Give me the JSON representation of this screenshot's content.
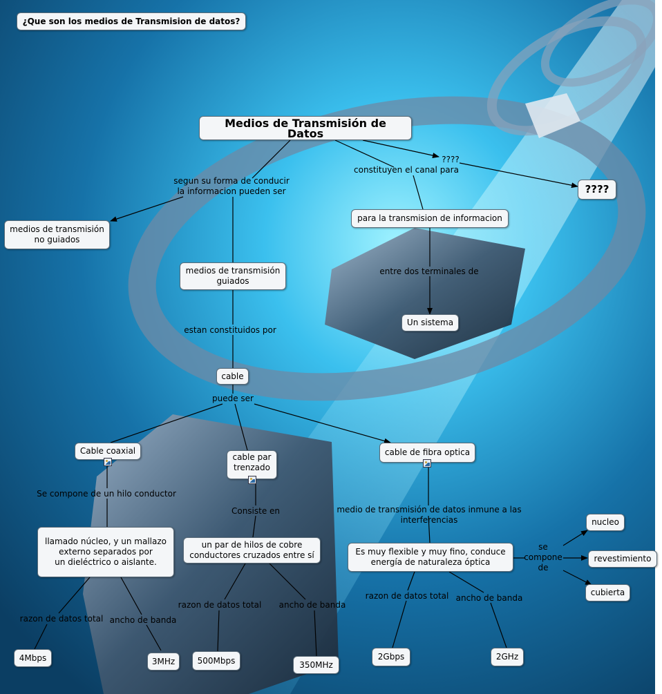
{
  "colors": {
    "node_bg": "#f4f6f8",
    "node_border": "#5a6b78",
    "line": "#000000"
  },
  "nodes": {
    "question": "¿Que son los medios de Transmision de datos?",
    "main": "Medios de Transmisión de Datos",
    "unknown": "????",
    "no_guiados": "medios de transmisión\nno guiados",
    "para_transmision": "para la transmision de informacion",
    "guiados": "medios de transmisión\nguiados",
    "un_sistema": "Un sistema",
    "cable": "cable",
    "coaxial": "Cable coaxial",
    "par_trenzado": "cable par\ntrenzado",
    "fibra": "cable de fibra optica",
    "nucleo_mallazo": "llamado núcleo, y un mallazo\nexterno separados por\nun dieléctrico o aislante.",
    "par_hilos": "un par de hilos de cobre\nconductores cruzados entre sí",
    "flexible": "Es muy flexible y muy fino, conduce\nenergía de naturaleza óptica",
    "nucleo": "nucleo",
    "revestimiento": "revestimiento",
    "cubierta": "cubierta",
    "4mbps": "4Mbps",
    "3mhz": "3MHz",
    "500mbps": "500Mbps",
    "350mhz": "350MHz",
    "2gbps": "2Gbps",
    "2ghz": "2GHz"
  },
  "labels": {
    "forma_conducir": "segun su forma de conducir\nla informacion pueden ser",
    "canal": "constituyen el canal para",
    "unknown_small": "????",
    "terminales": "entre dos terminales de",
    "constituidos": "estan constituidos por",
    "puede_ser": "puede ser",
    "hilo_conductor": "Se compone de un hilo conductor",
    "consiste": "Consiste en",
    "inmune": "medio de transmisión de datos inmune a las interferencias",
    "se_compone": "se\ncompone\nde",
    "razon_coax": "razon de datos total",
    "ancho_coax": "ancho de banda",
    "razon_par": "razon de datos total",
    "ancho_par": "ancho de banda",
    "razon_fibra": "razon de datos total",
    "ancho_fibra": "ancho de banda"
  }
}
